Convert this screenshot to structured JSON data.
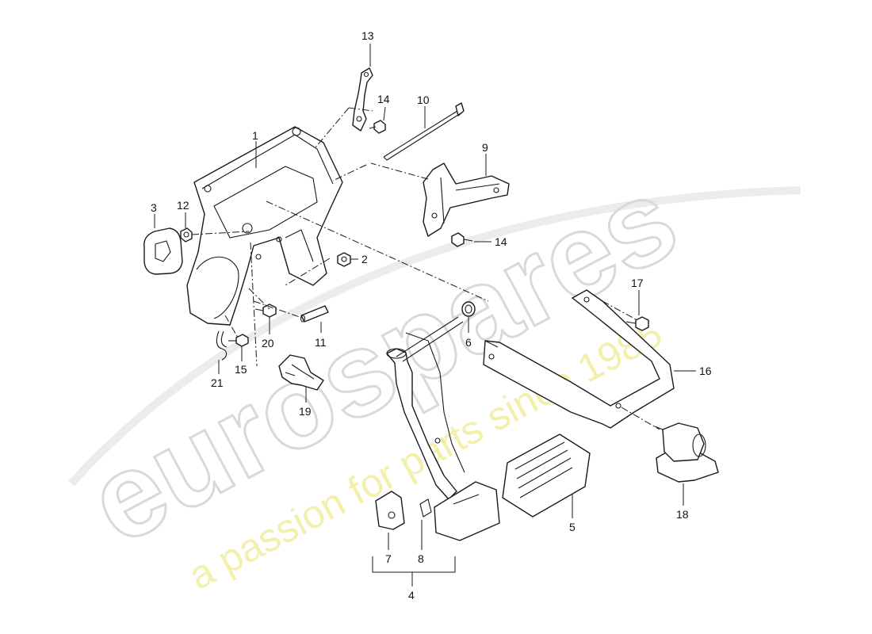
{
  "watermark": {
    "main": "eurospares",
    "tagline": "a passion for parts since 1985"
  },
  "callouts": {
    "c1": "1",
    "c2": "2",
    "c3": "3",
    "c4": "4",
    "c5": "5",
    "c6": "6",
    "c7": "7",
    "c8": "8",
    "c9": "9",
    "c10": "10",
    "c11": "11",
    "c12": "12",
    "c13": "13",
    "c14a": "14",
    "c14b": "14",
    "c15": "15",
    "c16": "16",
    "c17": "17",
    "c18": "18",
    "c19": "19",
    "c20": "20",
    "c21": "21"
  }
}
